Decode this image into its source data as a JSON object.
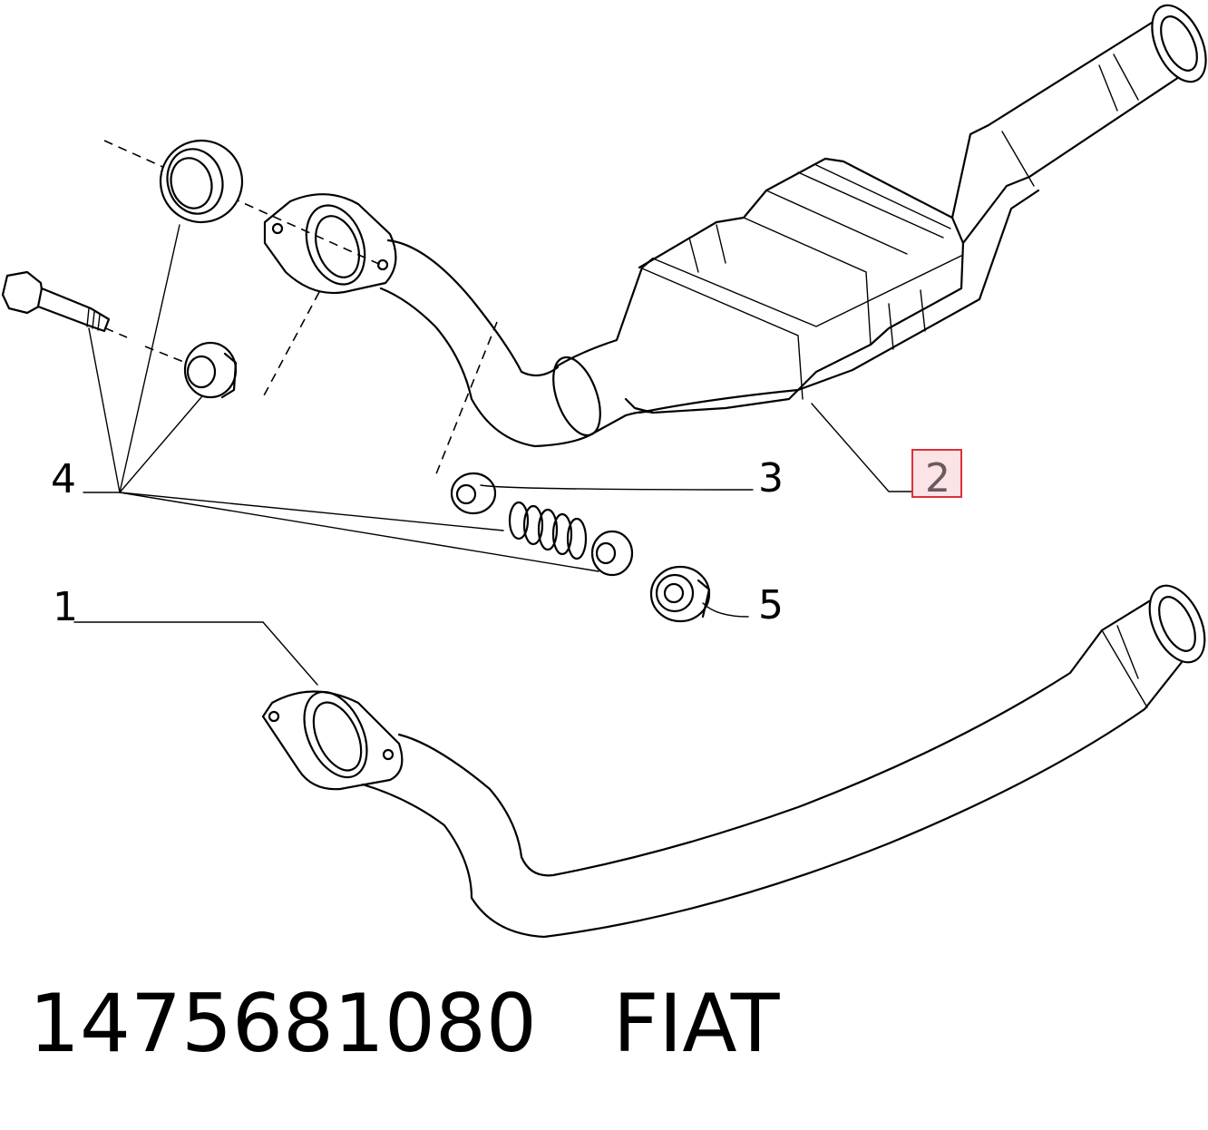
{
  "callouts": {
    "c1": "1",
    "c2": "2",
    "c3": "3",
    "c4": "4",
    "c5": "5"
  },
  "highlight_color": "#e0303a",
  "footer": {
    "part_number": "1475681080",
    "brand": "FIAT"
  }
}
